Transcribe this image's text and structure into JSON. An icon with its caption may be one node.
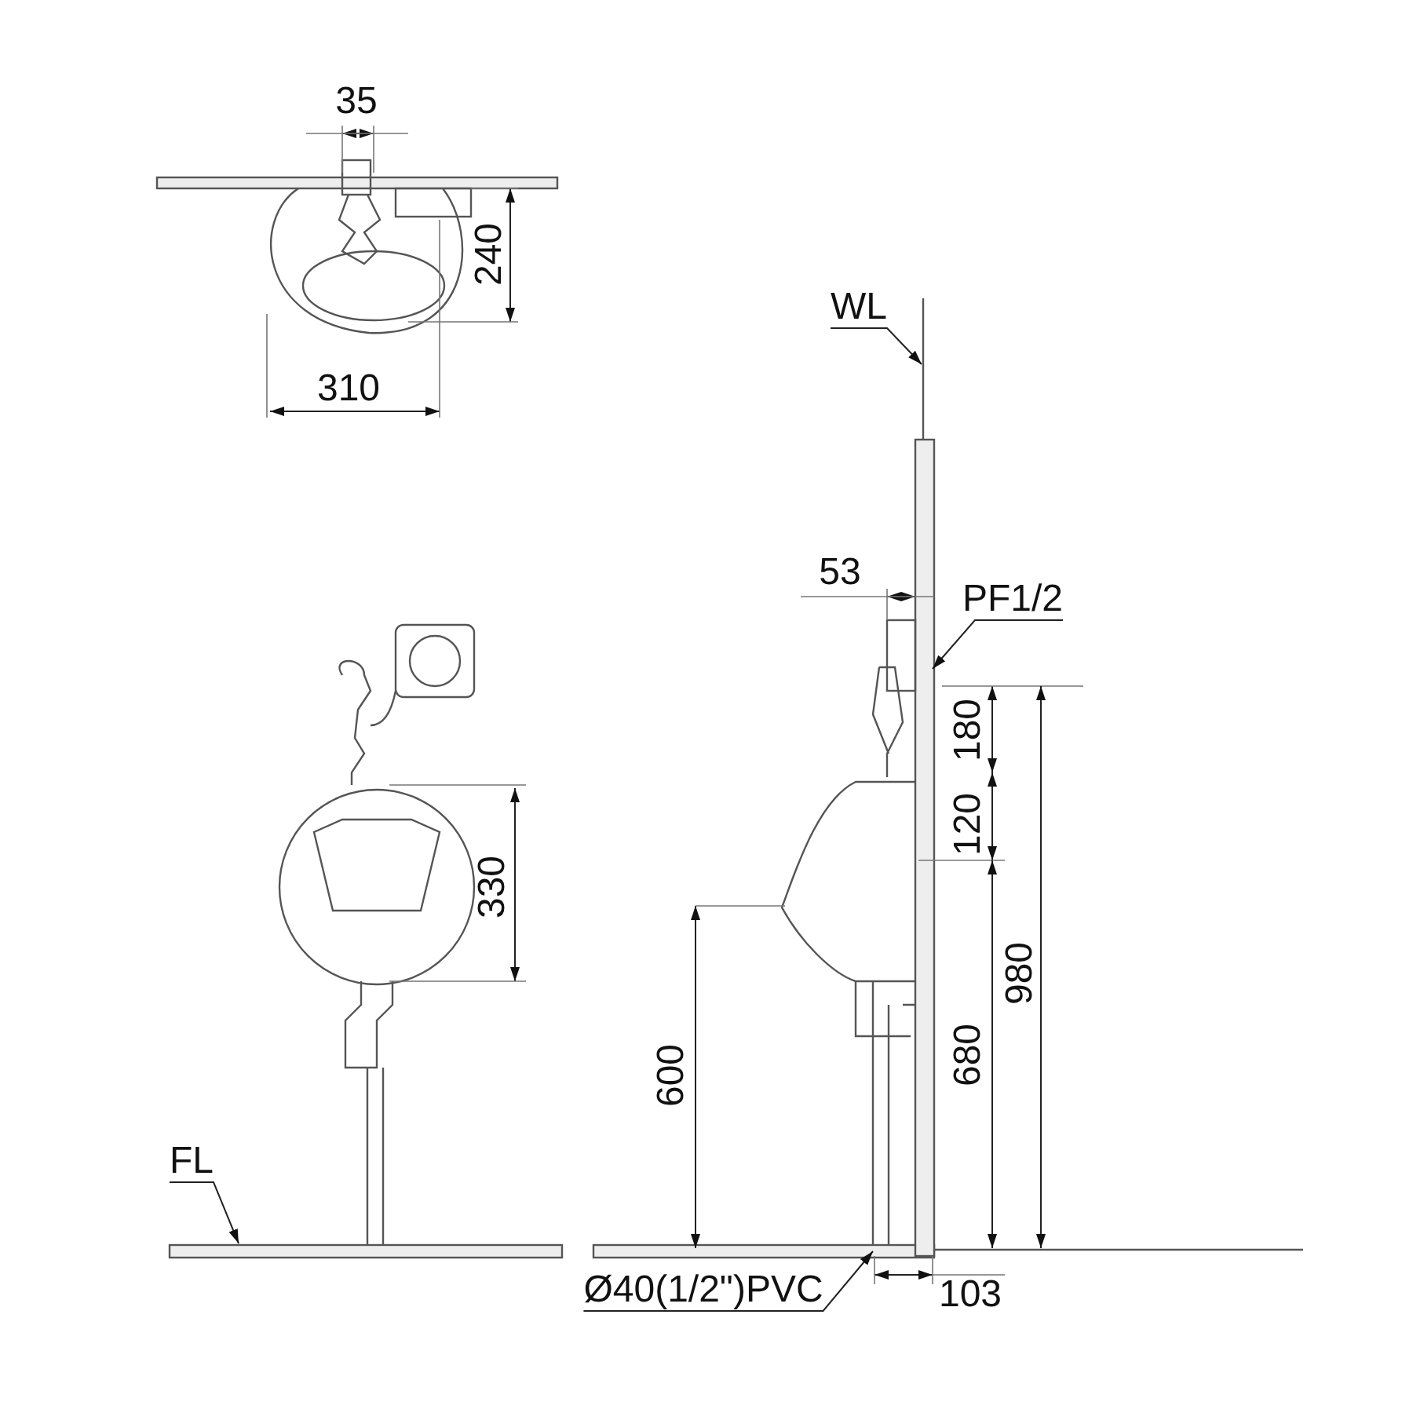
{
  "diagram": {
    "nodes": [
      {
        "text": [
          "WL"
        ]
      },
      {
        "text": [
          "PF1/2"
        ]
      },
      {
        "text": [
          "FL"
        ]
      },
      {
        "text": [
          "Ø40(1/2\")PVC"
        ]
      }
    ],
    "edges": [
      {
        "from": 0,
        "to": null,
        "arrow": "to"
      },
      {
        "from": 1,
        "to": null,
        "arrow": "to"
      },
      {
        "from": 2,
        "to": null,
        "arrow": "to"
      },
      {
        "from": 3,
        "to": null,
        "arrow": "to"
      }
    ],
    "labels": [
      "35",
      "240",
      "310",
      "53",
      "180",
      "120",
      "330",
      "980",
      "600",
      "680",
      "103"
    ]
  }
}
